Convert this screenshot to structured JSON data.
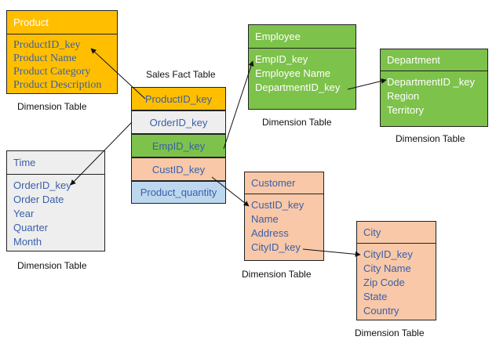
{
  "product": {
    "title": "Product",
    "rows": [
      "ProductID_key",
      "Product Name",
      "Product Category",
      "Product Description"
    ],
    "caption": "Dimension Table"
  },
  "fact": {
    "caption": "Sales Fact Table",
    "rows": [
      "ProductID_key",
      "OrderID_key",
      "EmpID_key",
      "CustID_key",
      "Product_quantity"
    ]
  },
  "employee": {
    "title": "Employee",
    "rows": [
      "EmpID_key",
      "Employee Name",
      "DepartmentID_key"
    ],
    "caption": "Dimension Table"
  },
  "department": {
    "title": "Department",
    "rows": [
      "DepartmentID _key",
      "Region",
      "Territory"
    ],
    "caption": "Dimension Table"
  },
  "time": {
    "title": "Time",
    "rows": [
      "OrderID_key",
      "Order Date",
      "Year",
      "Quarter",
      "Month"
    ],
    "caption": "Dimension Table"
  },
  "customer": {
    "title": "Customer",
    "rows": [
      "CustID_key",
      "Name",
      "Address",
      "CityID_key"
    ],
    "caption": "Dimension Table"
  },
  "city": {
    "title": "City",
    "rows": [
      "CityID_key",
      "City Name",
      "Zip Code",
      "State",
      "Country"
    ],
    "caption": "Dimension Table"
  }
}
